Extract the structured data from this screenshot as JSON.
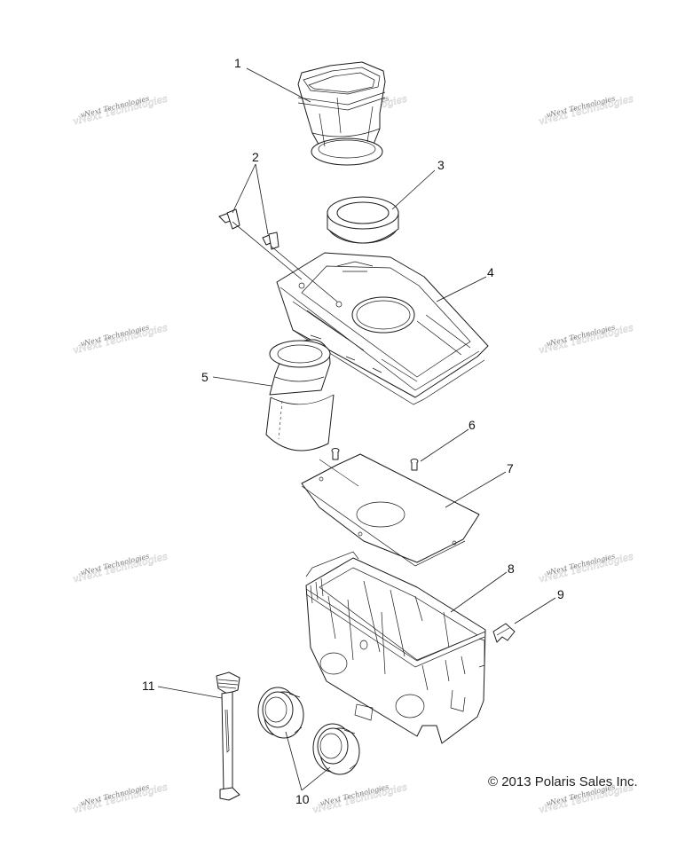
{
  "callouts": {
    "c1": "1",
    "c2": "2",
    "c3": "3",
    "c4": "4",
    "c5": "5",
    "c6": "6",
    "c7": "7",
    "c8": "8",
    "c9": "9",
    "c10": "10",
    "c11": "11"
  },
  "watermark": "vNext Technologies",
  "copyright": "© 2013 Polaris Sales Inc."
}
